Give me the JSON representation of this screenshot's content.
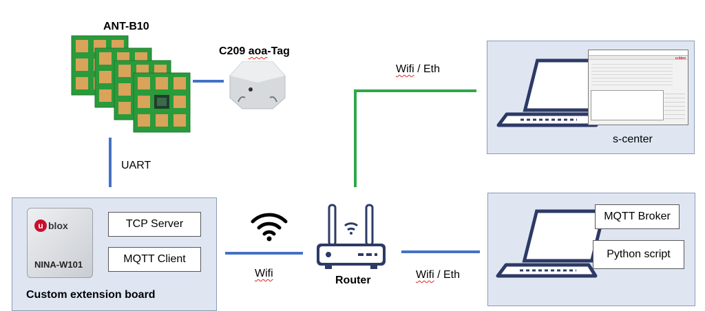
{
  "ant": {
    "title": "ANT-B10"
  },
  "tag": {
    "prefix": "C209 ",
    "word": "aoa",
    "suffix": "-Tag"
  },
  "uart": {
    "label": "UART"
  },
  "wifi_eth_top": {
    "word": "Wifi",
    "rest": " / Eth"
  },
  "scenter": {
    "label": "s-center",
    "window_brand": "u-blox"
  },
  "board": {
    "brand": "blox",
    "module": "NINA-W101",
    "boxes": [
      "TCP Server",
      "MQTT Client"
    ],
    "caption": "Custom extension board"
  },
  "wifi_link": {
    "word": "Wifi"
  },
  "router": {
    "label": "Router"
  },
  "wifi_eth_bottom": {
    "word": "Wifi",
    "rest": " / Eth"
  },
  "right_panel": {
    "boxes": [
      "MQTT Broker",
      "Python script"
    ]
  },
  "colors": {
    "link_blue": "#4472c4",
    "link_green": "#2ea84a",
    "panel_fill": "#dfe6f2",
    "antenna_green": "#2a9a3b",
    "antenna_pad": "#d9a35a",
    "ublox_red": "#c8102e",
    "device_navy": "#2d3a66"
  },
  "icons": [
    "antenna-board-icon",
    "aoa-tag-icon",
    "wifi-icon",
    "router-icon",
    "laptop-icon",
    "ublox-module-icon"
  ]
}
